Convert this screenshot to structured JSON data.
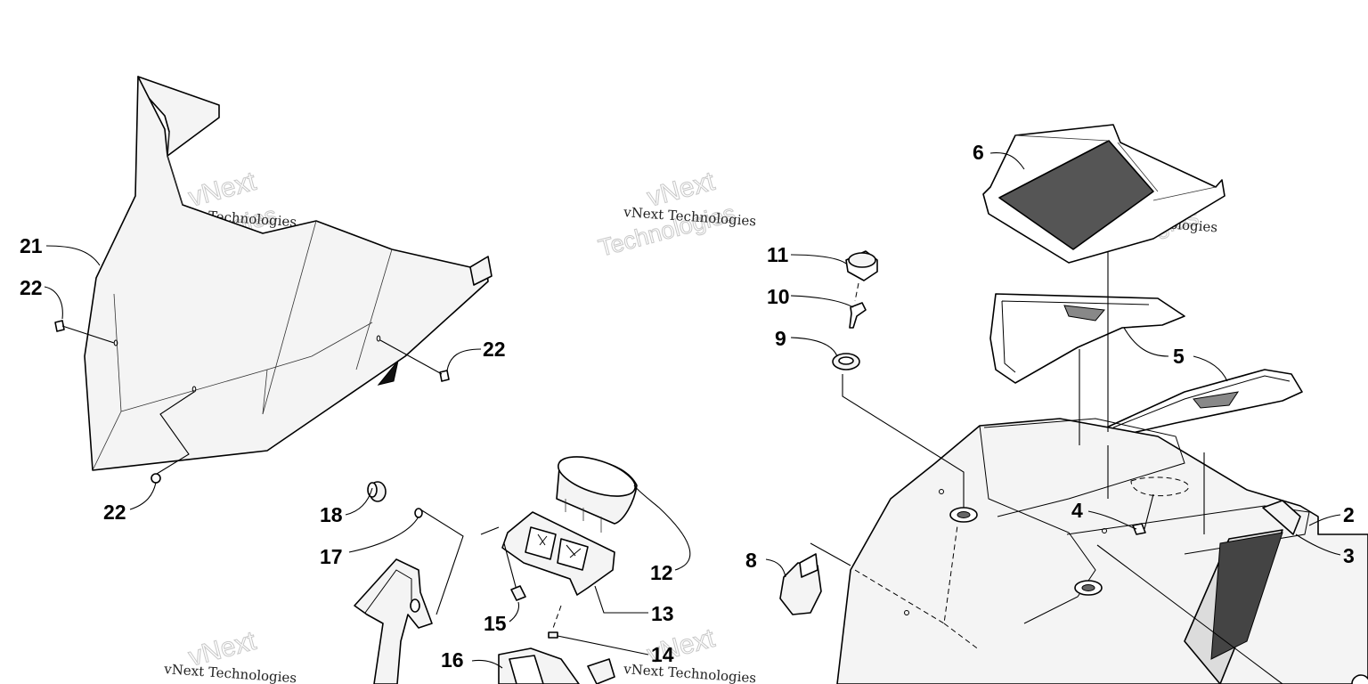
{
  "callouts": {
    "c2": "2",
    "c3": "3",
    "c4": "4",
    "c5": "5",
    "c6": "6",
    "c8": "8",
    "c9": "9",
    "c10": "10",
    "c11": "11",
    "c12": "12",
    "c13": "13",
    "c14": "14",
    "c15": "15",
    "c16": "16",
    "c17": "17",
    "c18": "18",
    "c21": "21",
    "c22a": "22",
    "c22b": "22",
    "c22c": "22"
  },
  "watermark": {
    "company": "vNext Technologies",
    "logo_word_1": "vNext",
    "logo_word_2": "Technologies"
  }
}
